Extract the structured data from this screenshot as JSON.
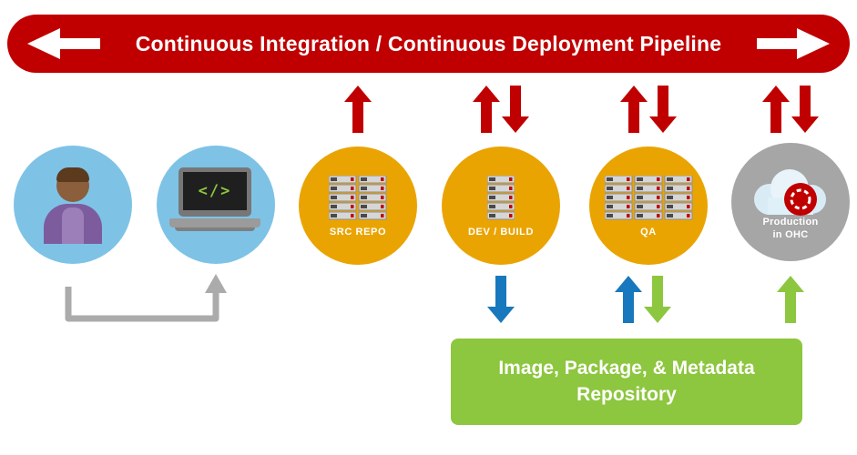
{
  "banner": {
    "title": "Continuous Integration / Continuous Deployment Pipeline",
    "bg_color": "#C00000",
    "text_color": "#FFFFFF",
    "left_arrow_icon": "arrow-left",
    "right_arrow_icon": "arrow-right"
  },
  "nodes": [
    {
      "id": "developer",
      "label": "",
      "icon": "person-icon",
      "circle_color": "#7EC3E6"
    },
    {
      "id": "workstation",
      "label": "",
      "icon": "laptop-code-icon",
      "circle_color": "#7EC3E6",
      "code_glyph": "</>"
    },
    {
      "id": "src-repo",
      "label": "SRC REPO",
      "icon": "server-stack-icon",
      "circle_color": "#EAA402"
    },
    {
      "id": "dev-build",
      "label": "DEV / BUILD",
      "icon": "server-stack-icon",
      "circle_color": "#EAA402"
    },
    {
      "id": "qa",
      "label": "QA",
      "icon": "server-stack-icon",
      "circle_color": "#EAA402"
    },
    {
      "id": "production",
      "label": "Production in OHC",
      "label_line1": "Production",
      "label_line2": "in OHC",
      "icon": "cloud-openshift-icon",
      "circle_color": "#A6A6A6"
    }
  ],
  "flow_arrows": {
    "top": [
      {
        "at": "src-repo",
        "directions": [
          "up"
        ],
        "color": "#C00000"
      },
      {
        "at": "dev-build",
        "directions": [
          "up",
          "down"
        ],
        "color": "#C00000"
      },
      {
        "at": "qa",
        "directions": [
          "up",
          "down"
        ],
        "color": "#C00000"
      },
      {
        "at": "production",
        "directions": [
          "up",
          "down"
        ],
        "color": "#C00000"
      }
    ],
    "bottom": [
      {
        "at": "dev-build",
        "direction": "down",
        "color": "#1878BE"
      },
      {
        "at": "qa",
        "direction": "up",
        "color": "#1878BE"
      },
      {
        "at": "qa",
        "direction": "down",
        "color": "#8DC63F"
      },
      {
        "at": "production",
        "direction": "up",
        "color": "#8DC63F"
      }
    ],
    "connector": {
      "from": "developer",
      "to": "workstation",
      "color": "#ABABAB"
    }
  },
  "repository_box": {
    "line1": "Image, Package, & Metadata",
    "line2": "Repository",
    "bg_color": "#8DC63F",
    "text_color": "#FFFFFF"
  },
  "colors": {
    "red": "#C00000",
    "amber": "#EAA402",
    "light_blue": "#7EC3E6",
    "gray": "#A6A6A6",
    "blue_arrow": "#1878BE",
    "green": "#8DC63F"
  }
}
